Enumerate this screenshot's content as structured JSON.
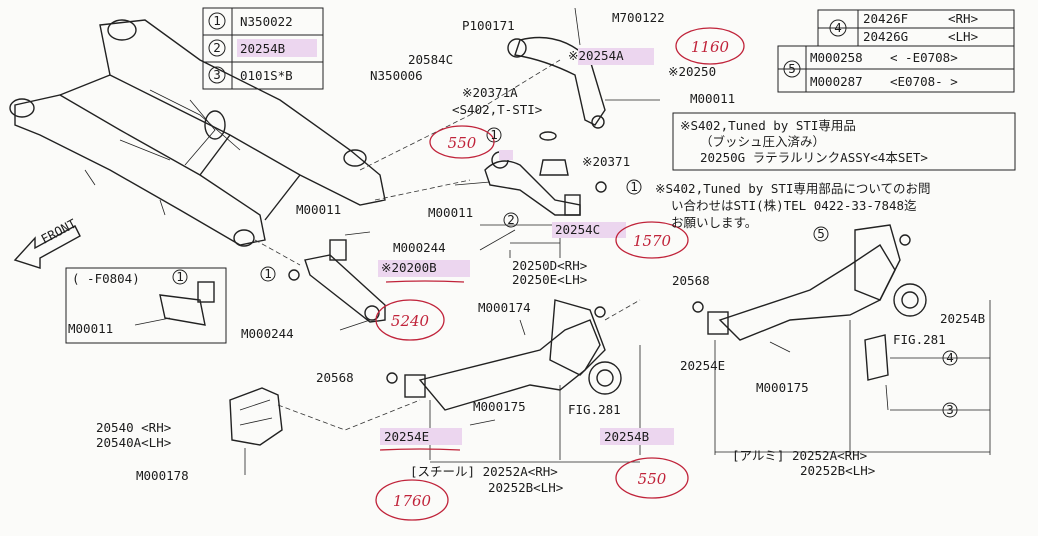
{
  "legend1": [
    {
      "num": "1",
      "code": "N350022"
    },
    {
      "num": "2",
      "code": "20254B"
    },
    {
      "num": "3",
      "code": "0101S*B"
    }
  ],
  "legend2": {
    "num4": "4",
    "rows4": [
      {
        "code": "20426F",
        "side": "<RH>"
      },
      {
        "code": "20426G",
        "side": "<LH>"
      }
    ],
    "num5": "5",
    "rows5": [
      {
        "code": "M000258",
        "range": "<     -E0708>"
      },
      {
        "code": "M000287",
        "range": "<E0708-     >"
      }
    ]
  },
  "note_box": [
    "※S402,Tuned by STI専用品",
    "（ブッシュ圧入済み）",
    "20250G ラテラルリンクASSY<4本SET>"
  ],
  "note_text": [
    "※S402,Tuned by STI専用部品についてのお問",
    "い合わせはSTI(株)TEL 0422-33-7848迄",
    "お願いします。"
  ],
  "front": "FRONT",
  "inset_range": "(  -F0804)",
  "labels": {
    "p100171": "P100171",
    "m700122": "M700122",
    "l20254a": "※20254A",
    "l20250": "※20250",
    "l20584c": "20584C",
    "n350006": "N350006",
    "m00011_a": "M00011",
    "l20371a": "※20371A",
    "s402": "<S402,T-STI>",
    "l20371": "※20371",
    "m00011_b": "M00011",
    "m00011_c": "M00011",
    "l20254c": "20254C",
    "m000244_a": "M000244",
    "l20250d": "20250D<RH>",
    "l20250e": "20250E<LH>",
    "l20200b": "※20200B",
    "m00011_d": "M00011",
    "m000244_b": "M000244",
    "m000174": "M000174",
    "l20568_a": "20568",
    "m000175_a": "M000175",
    "fig281_a": "FIG.281",
    "l20254e_a": "20254E",
    "l20254b_a": "20254B",
    "steel_a": "[スチール] 20252A<RH>",
    "steel_b": "20252B<LH>",
    "l20540": "20540 <RH>",
    "l20540a": "20540A<LH>",
    "m000178": "M000178",
    "l20568_b": "20568",
    "l20254e_b": "20254E",
    "m000175_b": "M000175",
    "fig281_b": "FIG.281",
    "l20254b_b": "20254B",
    "alu_a": "[アルミ] 20252A<RH>",
    "alu_b": "20252B<LH>",
    "c1": "1",
    "c2": "2",
    "c3": "3",
    "c4": "4",
    "c5": "5"
  },
  "handwritten": {
    "h1160": "1160",
    "h550a": "550",
    "h1570": "1570",
    "h5240": "5240",
    "h1760": "1760",
    "h550b": "550"
  },
  "highlighted_codes": [
    "20254B",
    "20254A",
    "20254C",
    "20200B",
    "20254E",
    "20254B"
  ]
}
